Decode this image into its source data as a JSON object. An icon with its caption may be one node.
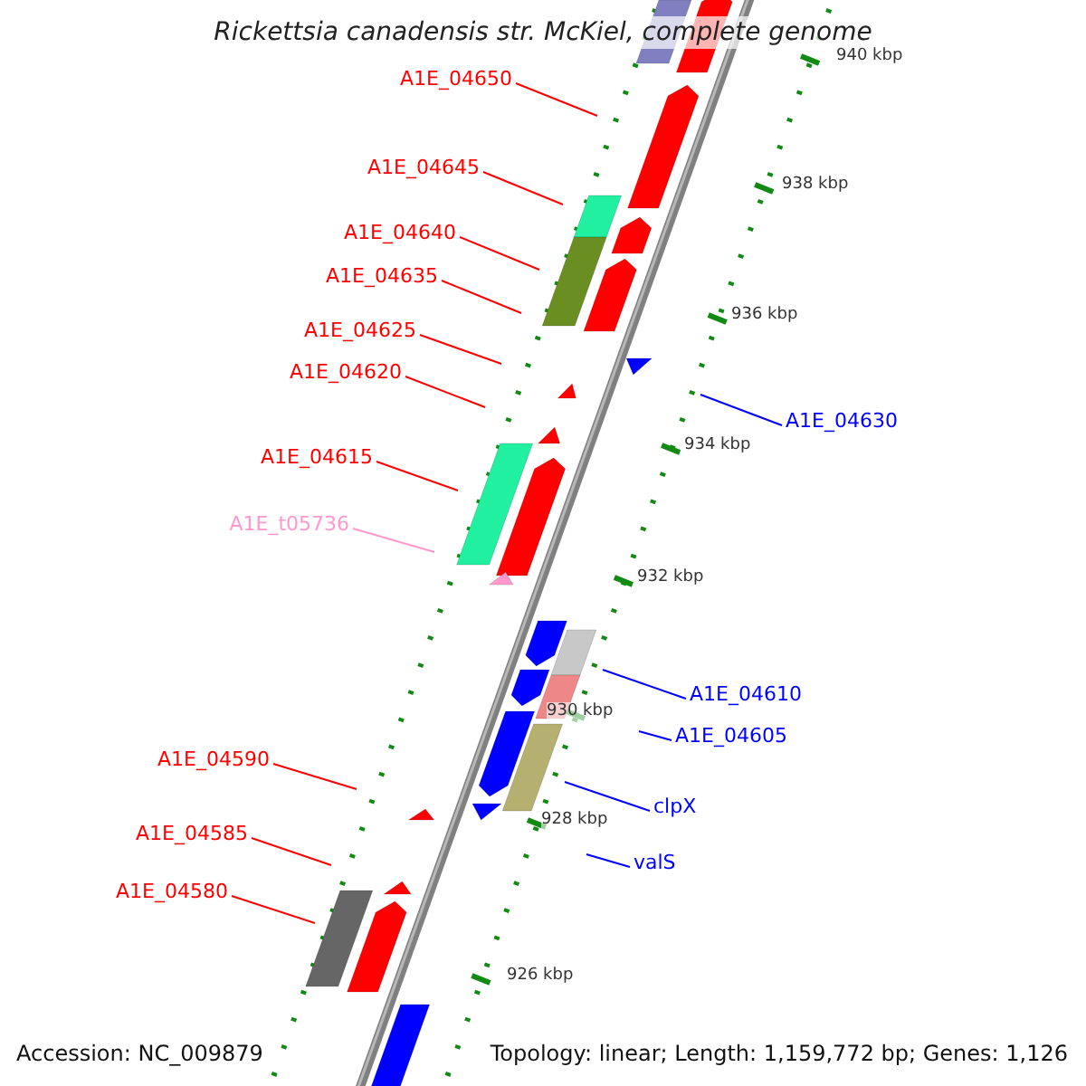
{
  "diagram": {
    "title": "Rickettsia canadensis str. McKiel, complete genome",
    "nodes": [
      {
        "text": [
          "A1E_04650"
        ]
      },
      {
        "text": [
          "A1E_04645"
        ]
      },
      {
        "text": [
          "A1E_04640"
        ]
      },
      {
        "text": [
          "A1E_04635"
        ]
      },
      {
        "text": [
          "A1E_04625"
        ]
      },
      {
        "text": [
          "A1E_04620"
        ]
      },
      {
        "text": [
          "A1E_04630"
        ]
      },
      {
        "text": [
          "A1E_04615"
        ]
      },
      {
        "text": [
          "A1E_t05736"
        ]
      },
      {
        "text": [
          "A1E_04610"
        ]
      },
      {
        "text": [
          "A1E_04605"
        ]
      },
      {
        "text": [
          "A1E_04590"
        ]
      },
      {
        "text": [
          "clpX"
        ]
      },
      {
        "text": [
          "A1E_04585"
        ]
      },
      {
        "text": [
          "valS"
        ]
      },
      {
        "text": [
          "A1E_04580"
        ]
      }
    ],
    "edges": [
      {
        "from": 0,
        "to": null,
        "arrow": "none"
      },
      {
        "from": 1,
        "to": null,
        "arrow": "none"
      },
      {
        "from": 2,
        "to": null,
        "arrow": "none"
      },
      {
        "from": 3,
        "to": null,
        "arrow": "none"
      },
      {
        "from": 4,
        "to": null,
        "arrow": "none"
      },
      {
        "from": 5,
        "to": null,
        "arrow": "none"
      },
      {
        "from": 6,
        "to": null,
        "arrow": "none",
        "color": "#0000ff"
      },
      {
        "from": 7,
        "to": null,
        "arrow": "none"
      },
      {
        "from": 8,
        "to": null,
        "arrow": "none",
        "color": "#ff99cc"
      },
      {
        "from": 9,
        "to": null,
        "arrow": "none",
        "color": "#0000ff"
      },
      {
        "from": 10,
        "to": null,
        "arrow": "none",
        "color": "#0000ff"
      },
      {
        "from": 11,
        "to": null,
        "arrow": "none"
      },
      {
        "from": 12,
        "to": null,
        "arrow": "none",
        "color": "#0000ff"
      },
      {
        "from": 13,
        "to": null,
        "arrow": "none"
      },
      {
        "from": 14,
        "to": null,
        "arrow": "none",
        "color": "#0000ff"
      },
      {
        "from": 15,
        "to": null,
        "arrow": "none"
      }
    ],
    "labels": [
      "940 kbp",
      "938 kbp",
      "936 kbp",
      "934 kbp",
      "932 kbp",
      "930 kbp",
      "928 kbp",
      "926 kbp",
      "Accession: NC_009879",
      "Topology: linear; Length: 1,159,772 bp; Genes: 1,126"
    ]
  }
}
